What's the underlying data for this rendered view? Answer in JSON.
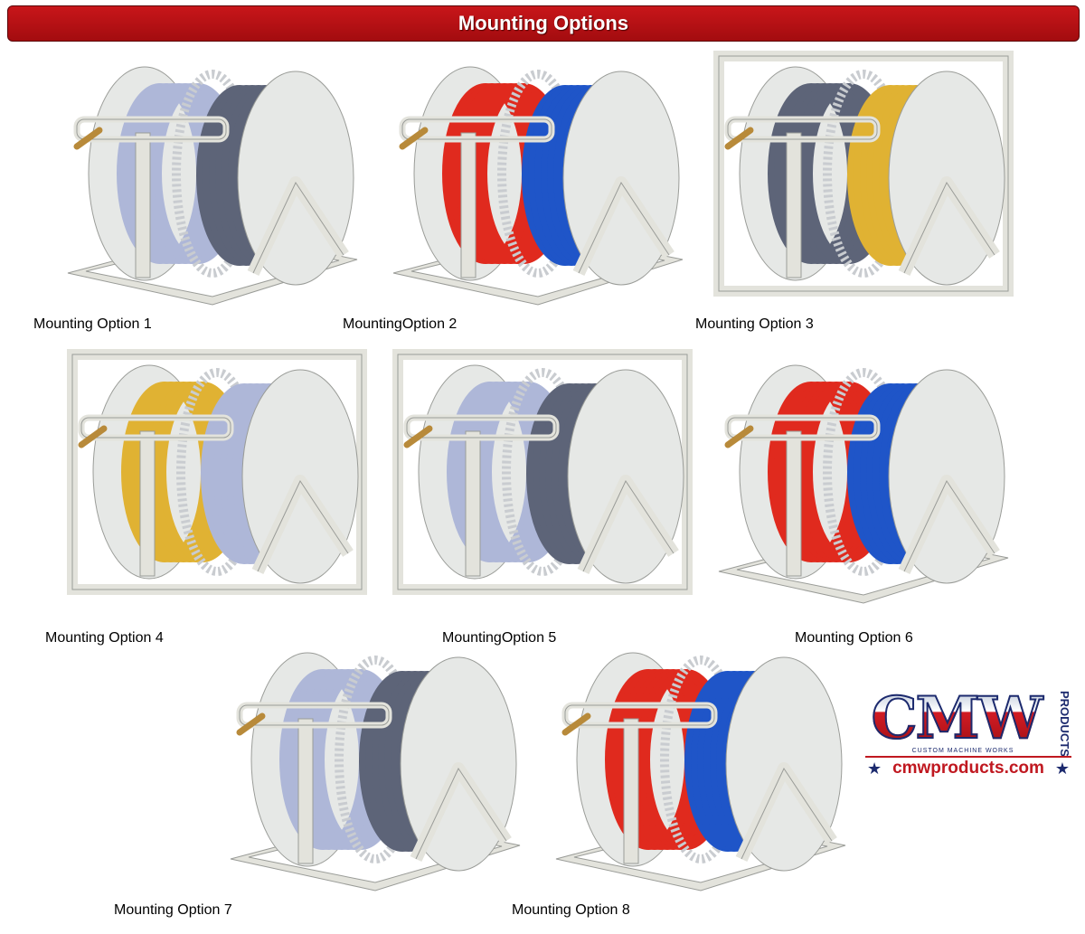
{
  "header": {
    "title": "Mounting Options"
  },
  "colors": {
    "banner": "#b80f12",
    "frame": "#e3e3dc",
    "flange": "#e6e8e6",
    "hose_red": "#e02a1e",
    "hose_blue": "#1f55c8",
    "hose_yellow": "#e0b233",
    "hose_gray": "#5d6478",
    "hose_lightblue": "#aeb7d8"
  },
  "options": [
    {
      "label": "Mounting Option 1",
      "hose_colors": [
        "hose_lightblue",
        "hose_gray"
      ],
      "frame": "base"
    },
    {
      "label": "MountingOption 2",
      "hose_colors": [
        "hose_red",
        "hose_blue"
      ],
      "frame": "base"
    },
    {
      "label": "Mounting Option 3",
      "hose_colors": [
        "hose_gray",
        "hose_yellow"
      ],
      "frame": "cage"
    },
    {
      "label": "Mounting Option 4",
      "hose_colors": [
        "hose_yellow",
        "hose_lightblue"
      ],
      "frame": "cage"
    },
    {
      "label": "MountingOption 5",
      "hose_colors": [
        "hose_lightblue",
        "hose_gray"
      ],
      "frame": "cage"
    },
    {
      "label": "Mounting Option 6",
      "hose_colors": [
        "hose_red",
        "hose_blue"
      ],
      "frame": "base"
    },
    {
      "label": "Mounting Option 7",
      "hose_colors": [
        "hose_lightblue",
        "hose_gray"
      ],
      "frame": "base"
    },
    {
      "label": "Mounting Option 8",
      "hose_colors": [
        "hose_red",
        "hose_blue"
      ],
      "frame": "base"
    }
  ],
  "logo": {
    "letters": "CMW",
    "products": "PRODUCTS",
    "subtitle": "CUSTOM MACHINE WORKS",
    "star": "★",
    "url": "cmwproducts.com"
  }
}
